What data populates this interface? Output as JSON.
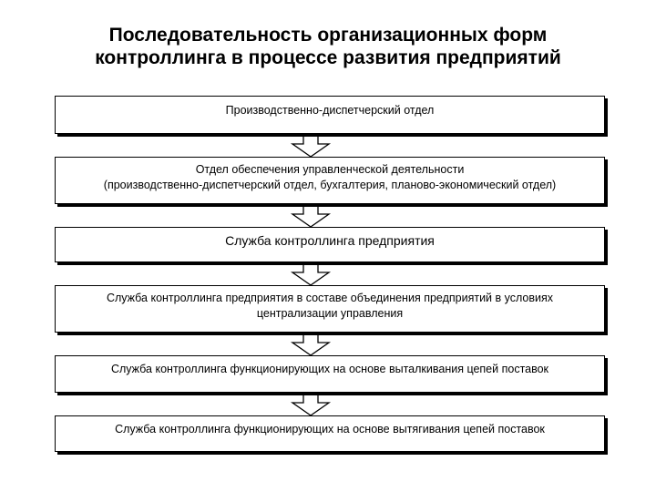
{
  "title": {
    "line1": "Последовательность организационных форм",
    "line2": "контроллинга в процессе развития предприятий"
  },
  "stages": [
    {
      "lines": [
        "Производственно-диспетчерский отдел"
      ]
    },
    {
      "lines": [
        "Отдел обеспечения управленческой деятельности",
        "(производственно-диспетчерский отдел, бухгалтерия, планово-экономический отдел)"
      ]
    },
    {
      "lines": [
        "Служба контроллинга предприятия"
      ]
    },
    {
      "lines": [
        "Служба контроллинга предприятия в составе объединения предприятий в условиях",
        "централизации управления"
      ]
    },
    {
      "lines": [
        "Служба контроллинга функционирующих  на основе выталкивания цепей поставок"
      ]
    },
    {
      "lines": [
        "Служба контроллинга функционирующих  на основе вытягивания цепей поставок"
      ]
    }
  ]
}
